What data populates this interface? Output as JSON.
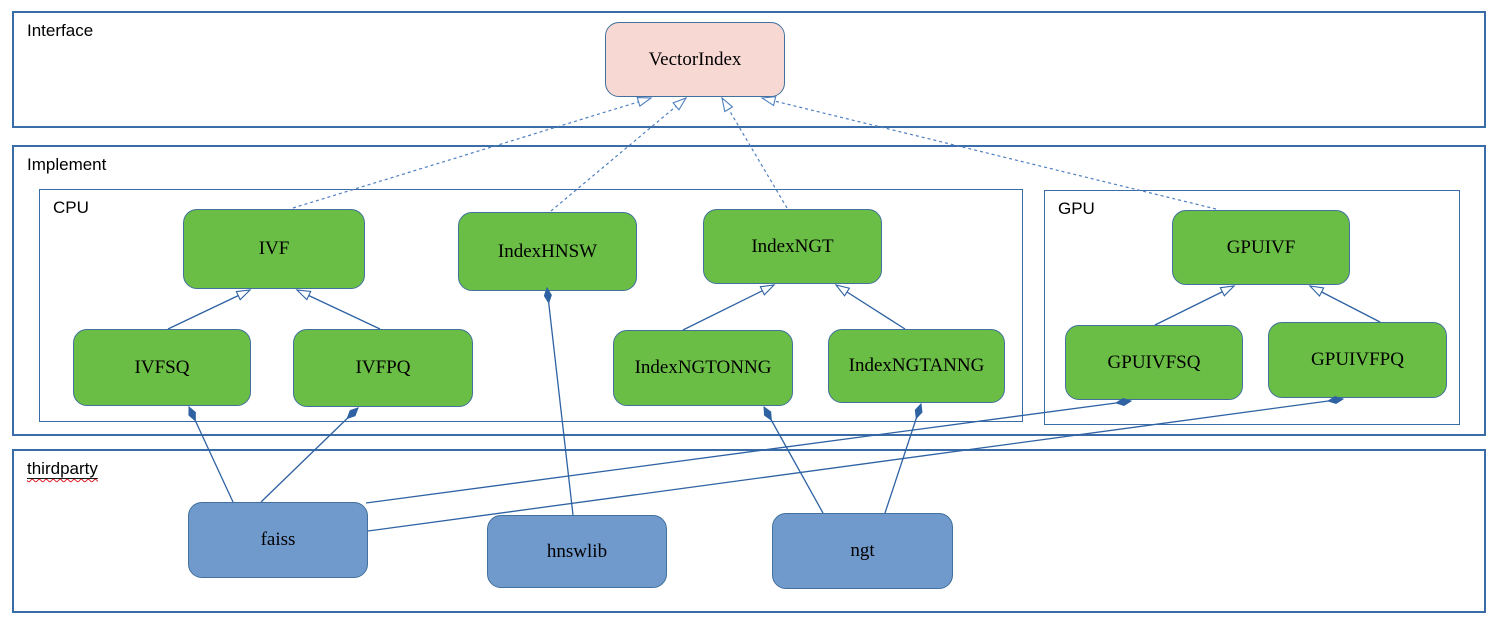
{
  "diagram": {
    "containers": {
      "interface": {
        "label": "Interface"
      },
      "implement": {
        "label": "Implement"
      },
      "cpu": {
        "label": "CPU"
      },
      "gpu": {
        "label": "GPU"
      },
      "thirdparty": {
        "label": "thirdparty"
      }
    },
    "nodes": {
      "vectorindex": {
        "label": "VectorIndex",
        "kind": "interface",
        "container": "interface"
      },
      "ivf": {
        "label": "IVF",
        "kind": "class",
        "container": "cpu"
      },
      "indexhnsw": {
        "label": "IndexHNSW",
        "kind": "class",
        "container": "cpu"
      },
      "indexngt": {
        "label": "IndexNGT",
        "kind": "class",
        "container": "cpu"
      },
      "ivfsq": {
        "label": "IVFSQ",
        "kind": "class",
        "container": "cpu"
      },
      "ivfpq": {
        "label": "IVFPQ",
        "kind": "class",
        "container": "cpu"
      },
      "indexngtonng": {
        "label": "IndexNGTONNG",
        "kind": "class",
        "container": "cpu"
      },
      "indexngtanng": {
        "label": "IndexNGTANNG",
        "kind": "class",
        "container": "cpu"
      },
      "gpuivf": {
        "label": "GPUIVF",
        "kind": "class",
        "container": "gpu"
      },
      "gpuivfsq": {
        "label": "GPUIVFSQ",
        "kind": "class",
        "container": "gpu"
      },
      "gpuivfpq": {
        "label": "GPUIVFPQ",
        "kind": "class",
        "container": "gpu"
      },
      "faiss": {
        "label": "faiss",
        "kind": "library",
        "container": "thirdparty"
      },
      "hnswlib": {
        "label": "hnswlib",
        "kind": "library",
        "container": "thirdparty"
      },
      "ngt": {
        "label": "ngt",
        "kind": "library",
        "container": "thirdparty"
      }
    },
    "edges": [
      {
        "from": "ivf",
        "to": "vectorindex",
        "type": "realization"
      },
      {
        "from": "indexhnsw",
        "to": "vectorindex",
        "type": "realization"
      },
      {
        "from": "indexngt",
        "to": "vectorindex",
        "type": "realization"
      },
      {
        "from": "gpuivf",
        "to": "vectorindex",
        "type": "realization"
      },
      {
        "from": "ivfsq",
        "to": "ivf",
        "type": "generalization"
      },
      {
        "from": "ivfpq",
        "to": "ivf",
        "type": "generalization"
      },
      {
        "from": "indexngtonng",
        "to": "indexngt",
        "type": "generalization"
      },
      {
        "from": "indexngtanng",
        "to": "indexngt",
        "type": "generalization"
      },
      {
        "from": "gpuivfsq",
        "to": "gpuivf",
        "type": "generalization"
      },
      {
        "from": "gpuivfpq",
        "to": "gpuivf",
        "type": "generalization"
      },
      {
        "from": "faiss",
        "to": "ivfsq",
        "type": "composition"
      },
      {
        "from": "faiss",
        "to": "ivfpq",
        "type": "composition"
      },
      {
        "from": "faiss",
        "to": "gpuivfsq",
        "type": "composition"
      },
      {
        "from": "faiss",
        "to": "gpuivfpq",
        "type": "composition"
      },
      {
        "from": "hnswlib",
        "to": "indexhnsw",
        "type": "composition"
      },
      {
        "from": "ngt",
        "to": "indexngtonng",
        "type": "composition"
      },
      {
        "from": "ngt",
        "to": "indexngtanng",
        "type": "composition"
      }
    ],
    "colors": {
      "interface_fill": "#f8d8d3",
      "class_fill": "#6abe45",
      "library_fill": "#7099cc",
      "node_border": "#41719c",
      "container_border": "#3a6ca8",
      "edge_solid": "#2e62a3",
      "edge_dashed": "#4f7fbf",
      "misspell_underline": "#e01b24"
    }
  }
}
